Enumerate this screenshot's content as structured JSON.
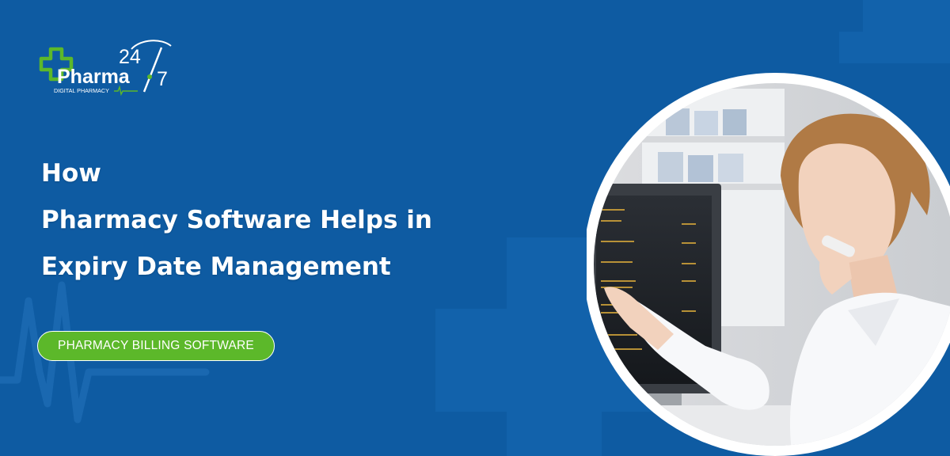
{
  "colors": {
    "background": "#0e5ba2",
    "accent_green": "#5cb82a",
    "white": "#ffffff",
    "monitor_text": "#d3a53a"
  },
  "logo": {
    "brand": "Pharma",
    "number_top": "24",
    "number_bottom": "7",
    "tagline": "DIGITAL PHARMACY",
    "icon": "green-cross-icon"
  },
  "headline": {
    "line1": "How",
    "line2": "Pharmacy Software Helps in",
    "line3": "Expiry Date Management"
  },
  "tag_button": {
    "label": "PHARMACY BILLING SOFTWARE"
  },
  "photo": {
    "subject": "pharmacist-at-computer-illustration"
  }
}
